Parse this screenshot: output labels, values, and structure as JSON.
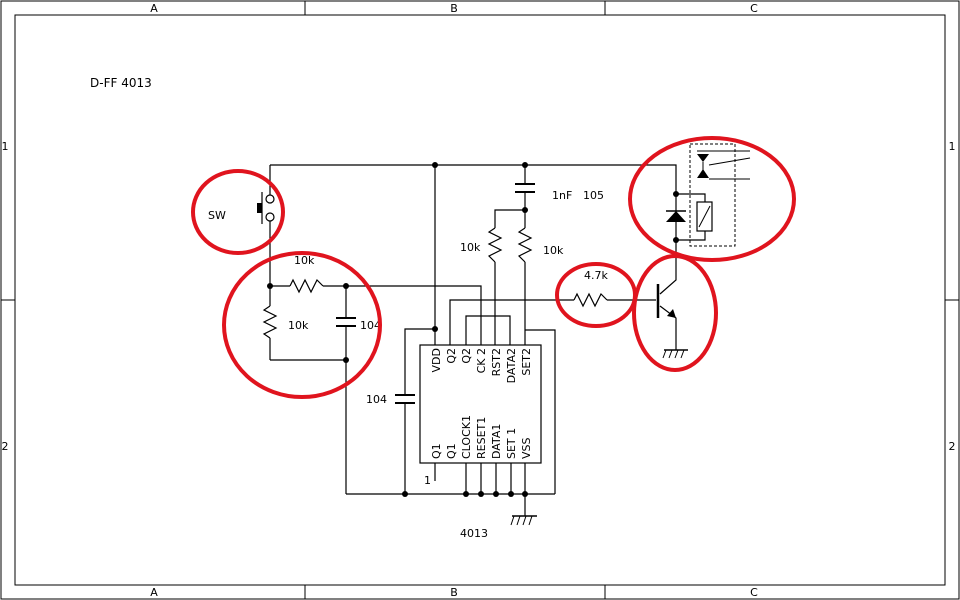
{
  "sheet": {
    "title": "D-FF 4013",
    "columns": [
      "A",
      "B",
      "C"
    ],
    "rows": [
      "1",
      "2"
    ]
  },
  "components": {
    "switch_label": "SW",
    "r_series": "10k",
    "r_pulldown": "10k",
    "c_debounce": "104",
    "c_supply": "104",
    "c_top": "1nF",
    "c_top_code": "105",
    "r_left_pullup": "10k",
    "r_right_pullup": "10k",
    "r_base": "4.7k",
    "ic_part": "4013",
    "pin1_label": "1"
  },
  "ic_pins": {
    "top": [
      "VDD",
      "Q2",
      "Q2",
      "CK 2",
      "RST2",
      "DATA2",
      "SET2"
    ],
    "bottom": [
      "Q1",
      "Q1",
      "CLOCK1",
      "RESET1",
      "DATA1",
      "SET 1",
      "VSS"
    ]
  },
  "colors": {
    "wire": "#000000",
    "highlight": "#e0141e",
    "background": "#ffffff"
  }
}
